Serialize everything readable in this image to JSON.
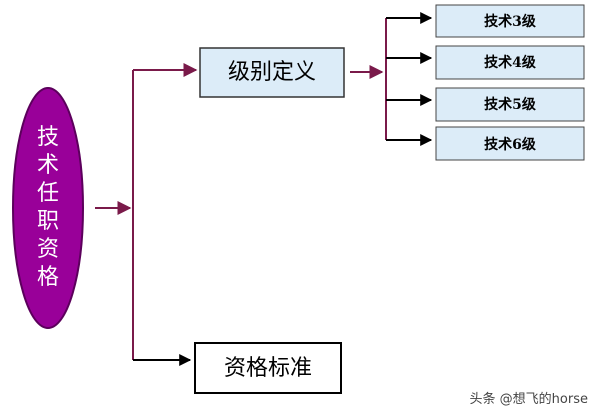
{
  "root": {
    "label_chars": [
      "技",
      "术",
      "任",
      "职",
      "资",
      "格"
    ]
  },
  "level_definition": {
    "label": "级别定义"
  },
  "levels": [
    {
      "label": "技术3级"
    },
    {
      "label": "技术4级"
    },
    {
      "label": "技术5级"
    },
    {
      "label": "技术6级"
    }
  ],
  "qualification_standard": {
    "label": "资格标准"
  },
  "watermark": {
    "text": "头条 @想飞的horse"
  },
  "colors": {
    "ellipse_fill": "#990099",
    "ellipse_stroke": "#5c005c",
    "connector": "#7a1a4a",
    "level_box_fill": "#dcecf8",
    "level_box_stroke": "#444444",
    "black_arrow": "#000000"
  }
}
